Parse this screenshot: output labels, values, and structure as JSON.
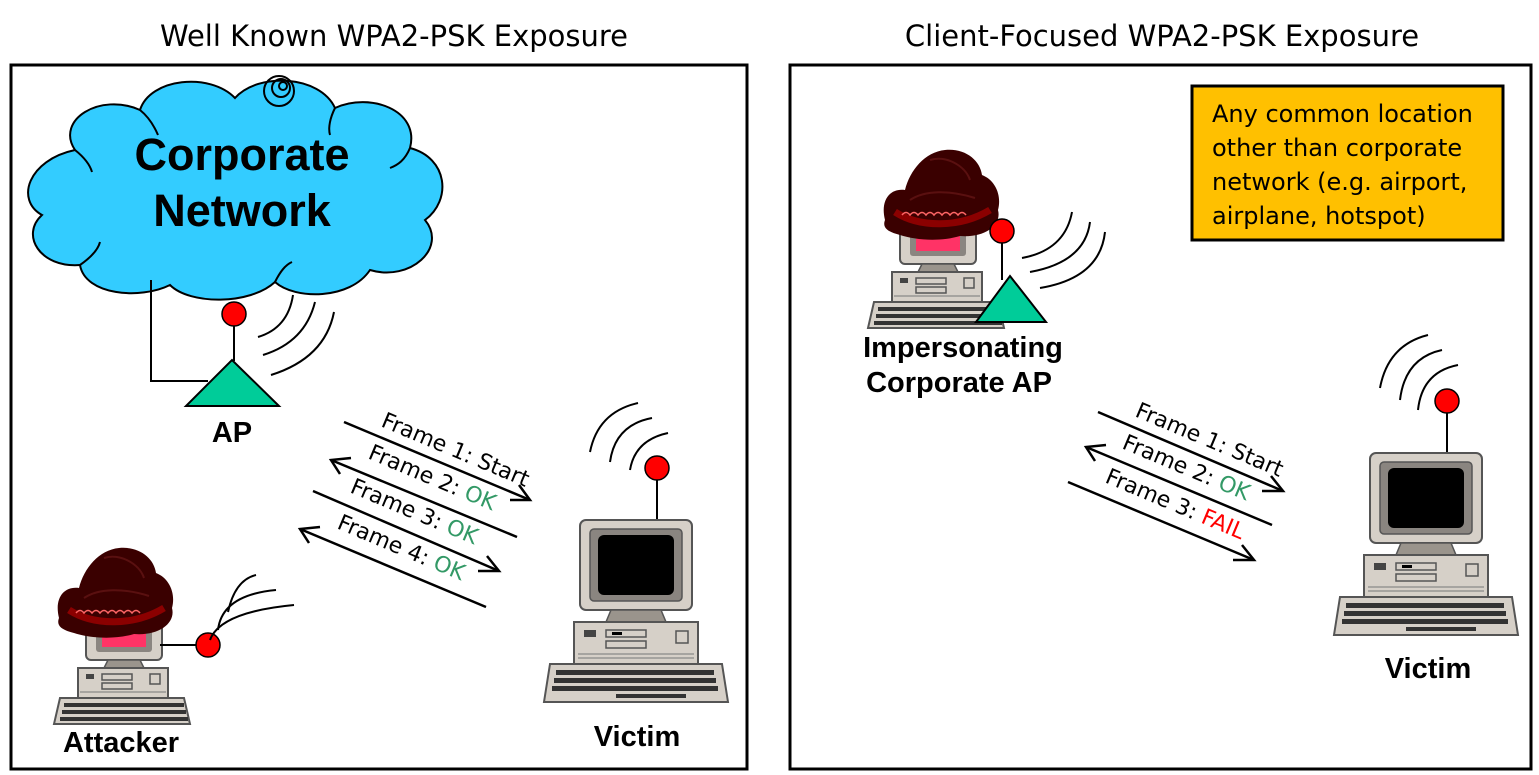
{
  "left_panel": {
    "title": "Well Known WPA2-PSK Exposure",
    "cloud_line1": "Corporate",
    "cloud_line2": "Network",
    "ap_label": "AP",
    "attacker_label": "Attacker",
    "victim_label": "Victim",
    "frames": [
      {
        "prefix": "Frame 1:",
        "status": "Start"
      },
      {
        "prefix": "Frame 2:",
        "status": "OK"
      },
      {
        "prefix": "Frame 3:",
        "status": "OK"
      },
      {
        "prefix": "Frame 4:",
        "status": "OK"
      }
    ]
  },
  "right_panel": {
    "title": "Client-Focused WPA2-PSK Exposure",
    "note_lines": [
      "Any common location",
      "other than corporate",
      "network (e.g. airport,",
      "airplane, hotspot)"
    ],
    "impersonating_line1": "Impersonating",
    "impersonating_line2": "Corporate AP",
    "victim_label": "Victim",
    "frames": [
      {
        "prefix": "Frame 1:",
        "status": "Start"
      },
      {
        "prefix": "Frame 2:",
        "status": "OK"
      },
      {
        "prefix": "Frame 3:",
        "status": "FAIL"
      }
    ]
  },
  "colors": {
    "cloud": "#33ccff",
    "ap_triangle": "#00cc99",
    "antenna_ball": "#ff0000",
    "ok_text": "#339966",
    "fail_text": "#ff0000",
    "note_box": "#ffc000",
    "hat": "#3a0000",
    "hacker_screen": "#ff3366",
    "computer_body": "#d6d0c8"
  }
}
